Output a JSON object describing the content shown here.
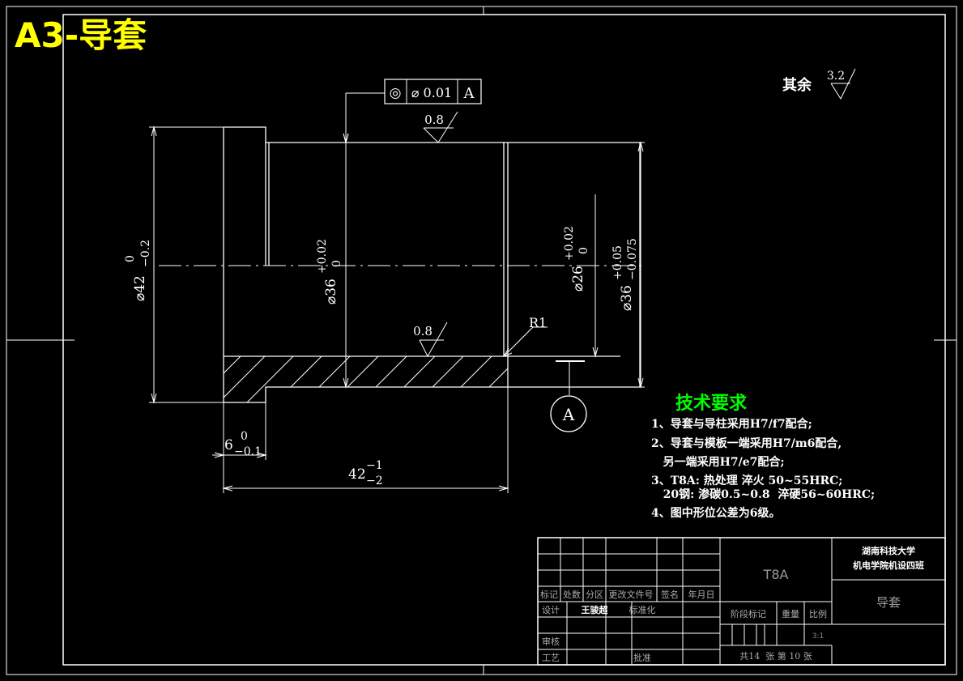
{
  "sheet": {
    "title": "A3-导套",
    "title_color": "#ffff00",
    "line_color": "#ffffff"
  },
  "roughness": {
    "rest_label": "其余",
    "rest_value": "3.2",
    "top_value": "0.8",
    "bore_value": "0.8"
  },
  "tolerance_frame": {
    "symbol": "◎",
    "value": "⌀ 0.01",
    "datum": "A"
  },
  "dimensions": {
    "d42": "⌀42",
    "d42_upper": "0",
    "d42_lower": "−0.2",
    "d36a": "⌀36",
    "d36a_upper": "+0.02",
    "d36a_lower": "0",
    "d26": "⌀26",
    "d26_upper": "+0.02",
    "d26_lower": "0",
    "d36b": "⌀36",
    "d36b_upper": "+0.05",
    "d36b_lower": "−0.075",
    "r1": "R1",
    "len6": "6",
    "len6_upper": "0",
    "len6_lower": "−0.1",
    "len42": "42",
    "len42_upper": "−1",
    "len42_lower": "−2"
  },
  "datum_label": "A",
  "tech_req": {
    "heading": "技术要求",
    "heading_color": "#00ff00",
    "lines": [
      "1、导套与导柱采用H7/f7配合;",
      "2、导套与模板一端采用H7/m6配合,",
      "   另一端采用H7/e7配合;",
      "3、T8A: 热处理 淬火 50~55HRC;",
      "   20钢: 渗碳0.5~0.8  淬硬56~60HRC;",
      "4、图中形位公差为6级。"
    ]
  },
  "title_block": {
    "material": "T8A",
    "school_line1": "湖南科技大学",
    "school_line2": "机电学院机设四班",
    "part_name": "导套",
    "hdr_mark": "标记",
    "hdr_count": "处数",
    "hdr_zone": "分区",
    "hdr_doc": "更改文件号",
    "hdr_sign": "签名",
    "hdr_date": "年月日",
    "design": "设计",
    "designer": "王骏超",
    "standard": "标准化",
    "stage_mark": "阶段标记",
    "weight": "重量",
    "scale": "比例",
    "scale_value": "3:1",
    "review": "审核",
    "process": "工艺",
    "approve": "批准",
    "sheets": "共14  张 第 10 张"
  }
}
